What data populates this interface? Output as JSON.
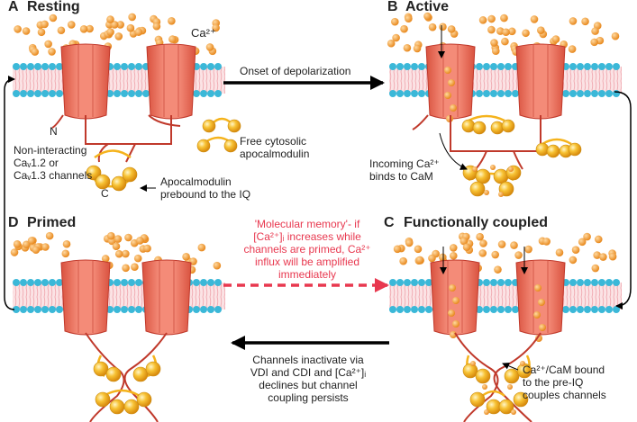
{
  "panels": {
    "a": {
      "letter": "A",
      "title": "Resting"
    },
    "b": {
      "letter": "B",
      "title": "Active"
    },
    "c": {
      "letter": "C",
      "title": "Functionally coupled"
    },
    "d": {
      "letter": "D",
      "title": "Primed"
    }
  },
  "labels": {
    "ca_label": "Ca²⁺",
    "n_terminus": "N",
    "c_terminus": "C",
    "non_interacting": [
      "Non-interacting",
      "Caᵥ1.2 or",
      "Caᵥ1.3 channels"
    ],
    "free_apocam": [
      "Free cytosolic",
      "apocalmodulin"
    ],
    "apocam_prebound": [
      "Apocalmodulin",
      "prebound to the IQ"
    ],
    "onset": "Onset of depolarization",
    "incoming_ca": [
      "Incoming Ca²⁺",
      "binds to CaM"
    ],
    "molecular_memory": [
      "'Molecular memory'- if",
      "[Ca²⁺]ᵢ increases while",
      "channels are primed, Ca²⁺",
      "influx will be amplified",
      "immediately"
    ],
    "inactivate": [
      "Channels inactivate via",
      "VDI and CDI and [Ca²⁺]ᵢ",
      "declines but channel",
      "coupling persists"
    ],
    "cacam_bound": [
      "Ca²⁺/CaM bound",
      "to the pre-IQ",
      "couples channels"
    ]
  },
  "colors": {
    "channel": "#f07564",
    "channel_dark": "#c0392b",
    "lipid_head": "#3bb8d8",
    "lipid_tail": "#f2b8bd",
    "calcium": "#f0a030",
    "calmodulin": "#f5b31c",
    "memory_arrow": "#e8384f",
    "arrow": "#000000"
  }
}
